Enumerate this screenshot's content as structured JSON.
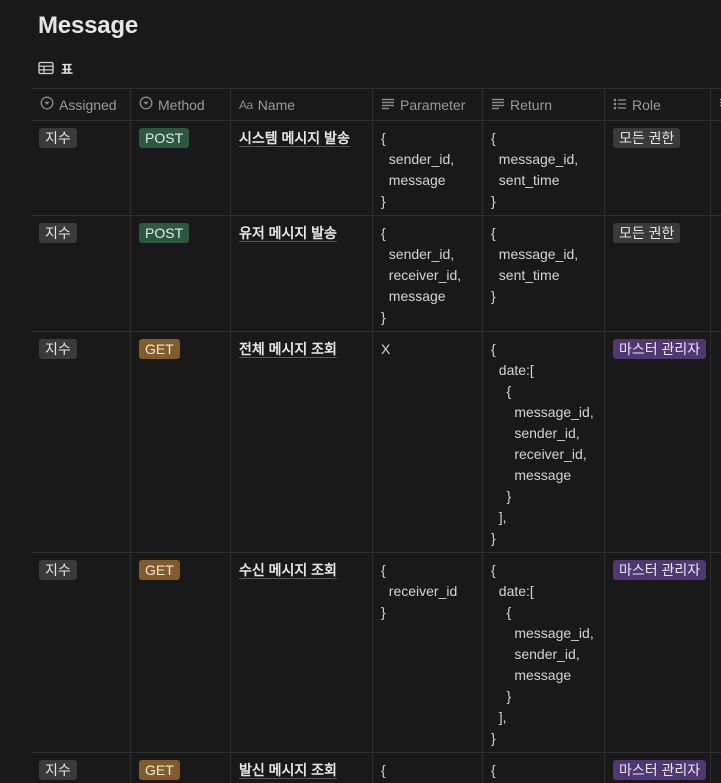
{
  "page": {
    "title": "Message"
  },
  "view": {
    "tab_label": "표"
  },
  "columns": {
    "assigned": "Assigned",
    "method": "Method",
    "name_prefix": "Aa",
    "name": "Name",
    "parameter": "Parameter",
    "return": "Return",
    "role": "Role"
  },
  "rows": [
    {
      "assigned": "지수",
      "method": "POST",
      "name": "시스템 메시지 발송",
      "parameter": "{\n  sender_id,\n  message\n}",
      "return": "{\n  message_id,\n  sent_time\n}",
      "role": "모든 권한"
    },
    {
      "assigned": "지수",
      "method": "POST",
      "name": "유저 메시지 발송",
      "parameter": "{\n  sender_id,\n  receiver_id,\n  message\n}",
      "return": "{\n  message_id,\n  sent_time\n}",
      "role": "모든 권한"
    },
    {
      "assigned": "지수",
      "method": "GET",
      "name": "전체 메시지 조회",
      "parameter": "X",
      "return": "{\n  date:[\n    {\n      message_id,\n      sender_id,\n      receiver_id,\n      message\n    }\n  ],\n}",
      "role": "마스터 관리자"
    },
    {
      "assigned": "지수",
      "method": "GET",
      "name": "수신 메시지 조회",
      "parameter": "{\n  receiver_id\n}",
      "return": "{\n  date:[\n    {\n      message_id,\n      sender_id,\n      message\n    }\n  ],\n}",
      "role": "마스터 관리자"
    },
    {
      "assigned": "지수",
      "method": "GET",
      "name": "발신 메시지 조회",
      "parameter": "{",
      "return": "{",
      "role": "마스터 관리자"
    }
  ]
}
